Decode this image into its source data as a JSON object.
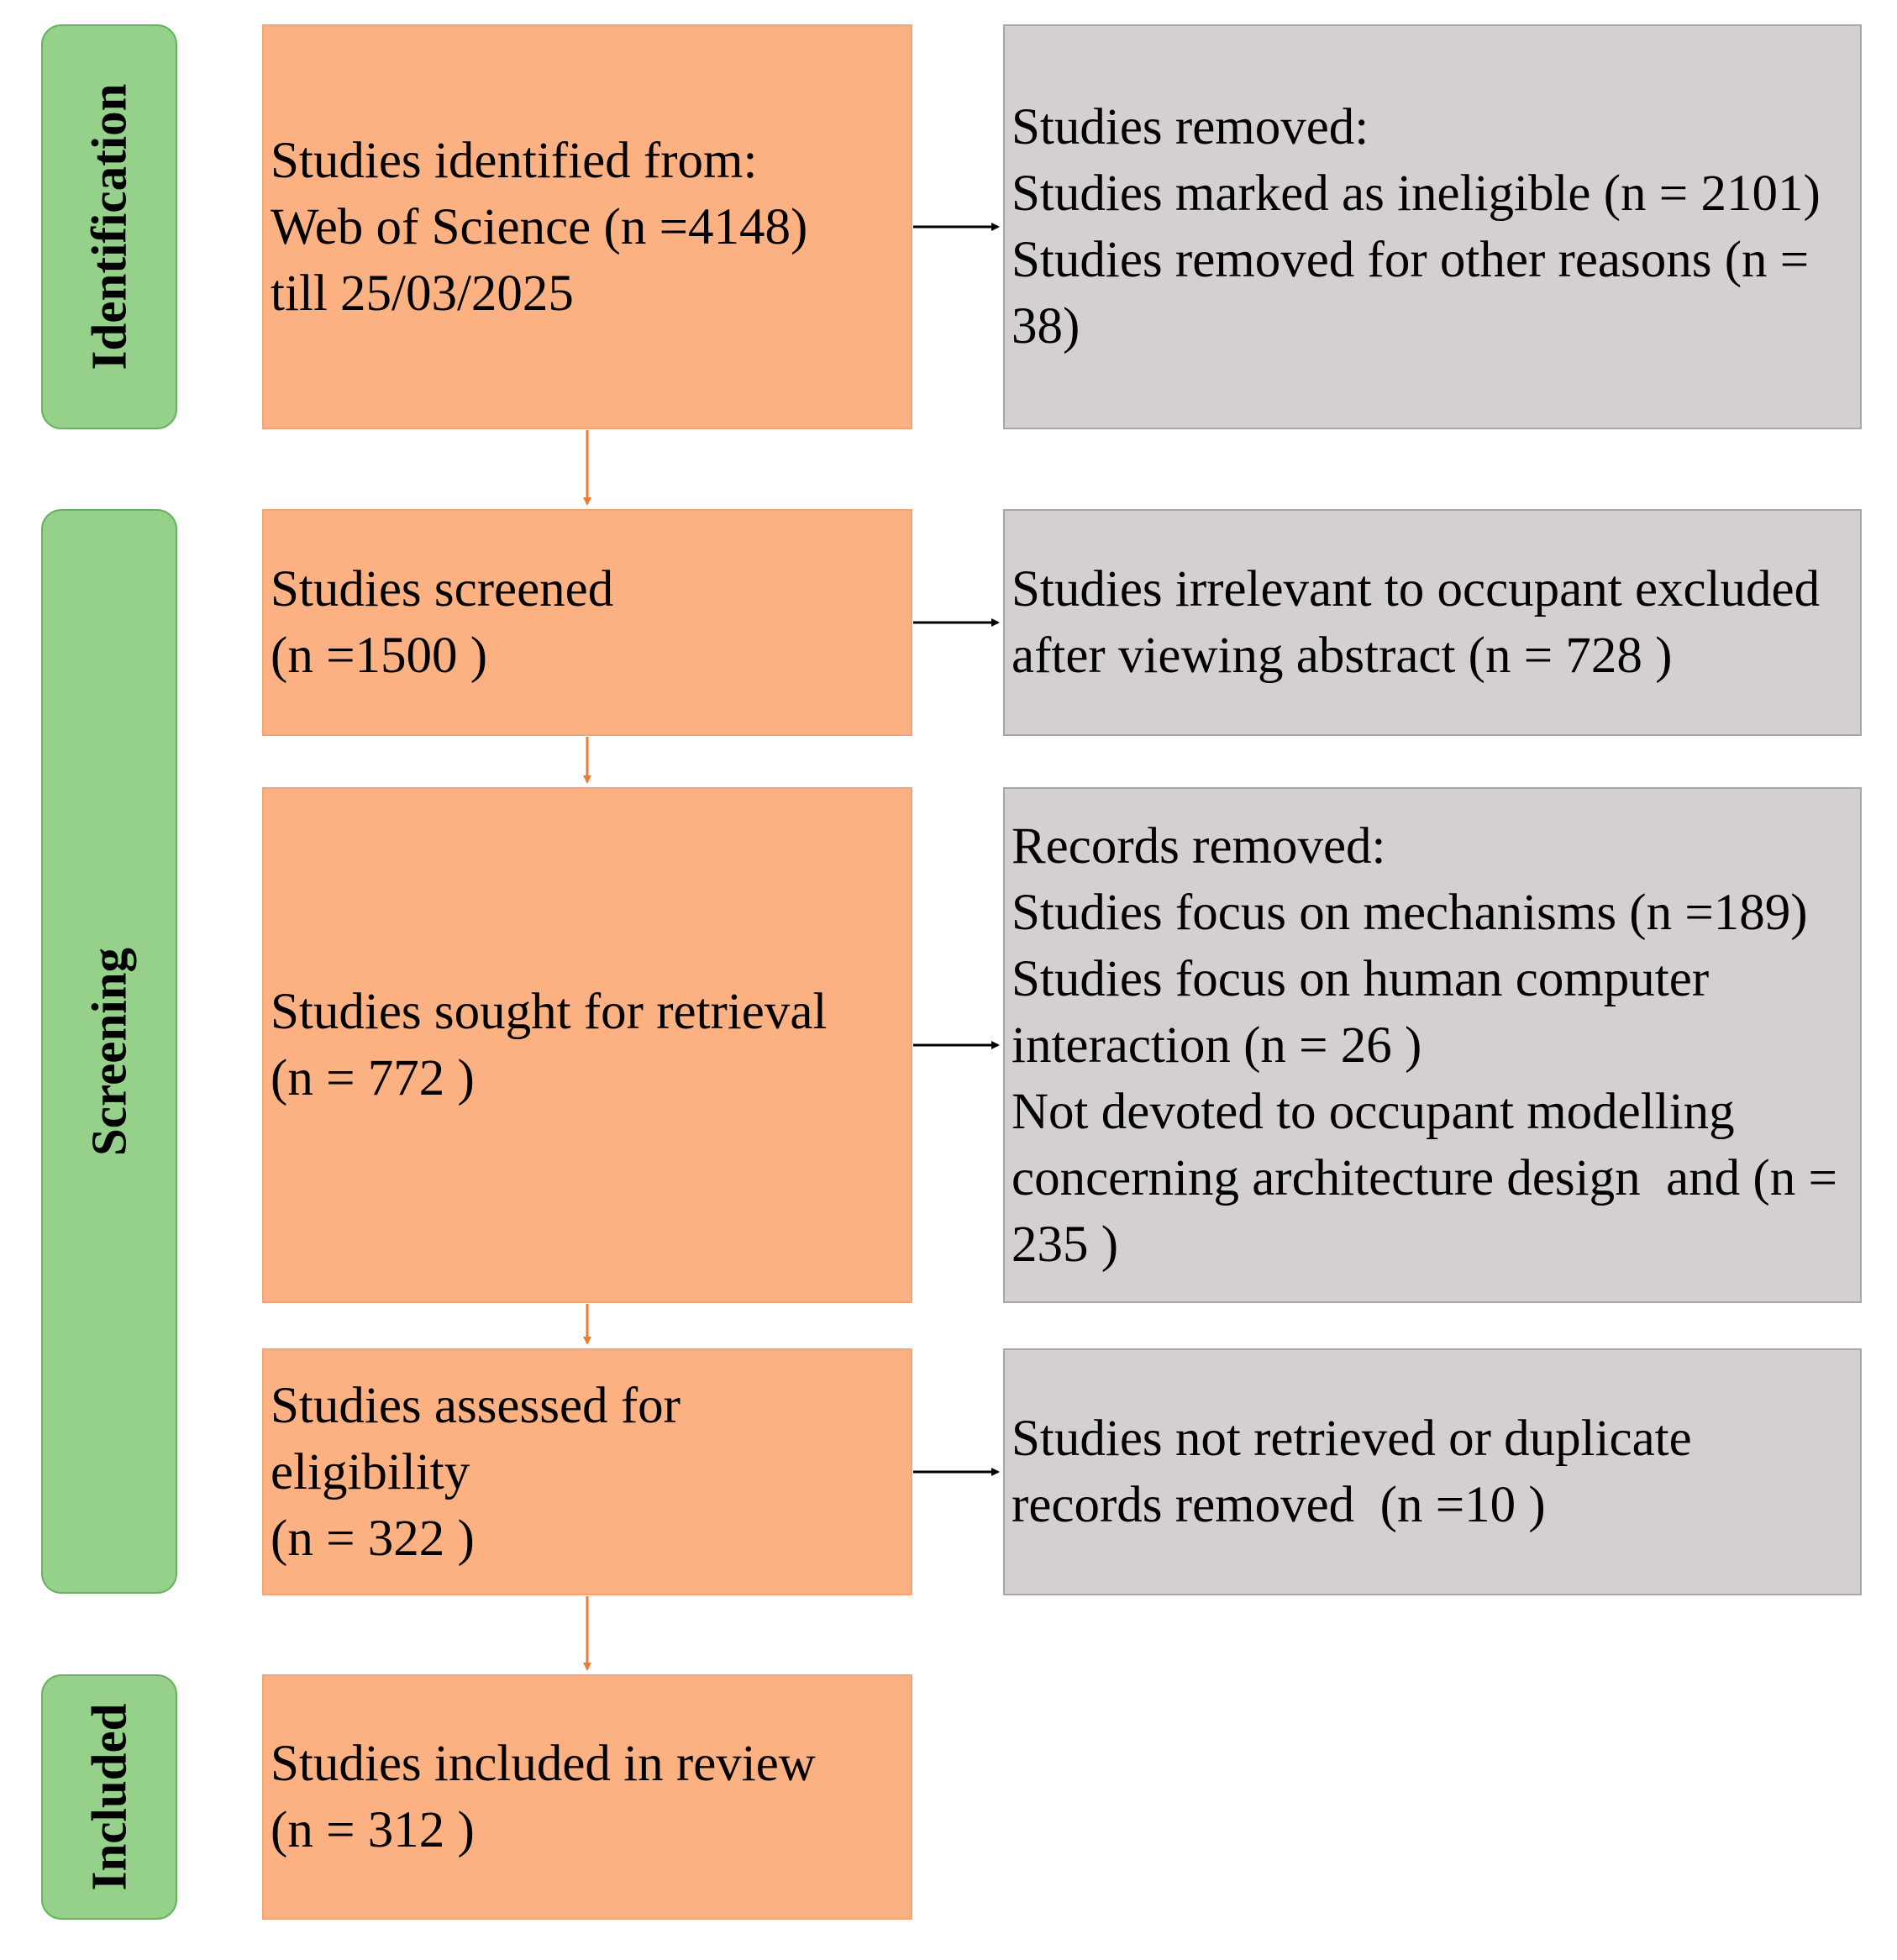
{
  "colors": {
    "phase_fill": "#96d18b",
    "stage_box_fill": "#fbb182",
    "exclusion_box_fill": "#d4d0d1",
    "down_arrow": "#ef7b33",
    "side_arrow": "#000000"
  },
  "phases": {
    "identification": "Identification",
    "screening": "Screening",
    "included": "Included"
  },
  "stages": {
    "identified": {
      "lines": [
        "Studies identified from:",
        "Web of Science (n =4148)",
        "till 25/03/2025"
      ]
    },
    "screened": {
      "lines": [
        "Studies screened",
        "(n =1500 )"
      ]
    },
    "sought": {
      "lines": [
        "Studies sought for retrieval",
        "(n = 772 )"
      ]
    },
    "assessed": {
      "lines": [
        "Studies assessed for",
        "eligibility",
        "(n = 322 )"
      ]
    },
    "included": {
      "lines": [
        "Studies included in review",
        "(n = 312 )"
      ]
    }
  },
  "exclusions": {
    "removed": {
      "lines": [
        "Studies removed:",
        "Studies marked as ineligible (n = 2101)",
        "Studies removed for other reasons (n = 38)"
      ]
    },
    "irrelevant": {
      "lines": [
        "Studies irrelevant to occupant excluded after viewing abstract (n = 728 )"
      ]
    },
    "records": {
      "lines": [
        "Records removed:",
        "Studies focus on mechanisms (n =189)",
        "Studies focus on human computer interaction (n = 26 )",
        "Not devoted to occupant modelling concerning architecture design  and (n = 235 )"
      ]
    },
    "not_retrieved": {
      "lines": [
        "Studies not retrieved or duplicate records removed  (n =10 )"
      ]
    }
  }
}
